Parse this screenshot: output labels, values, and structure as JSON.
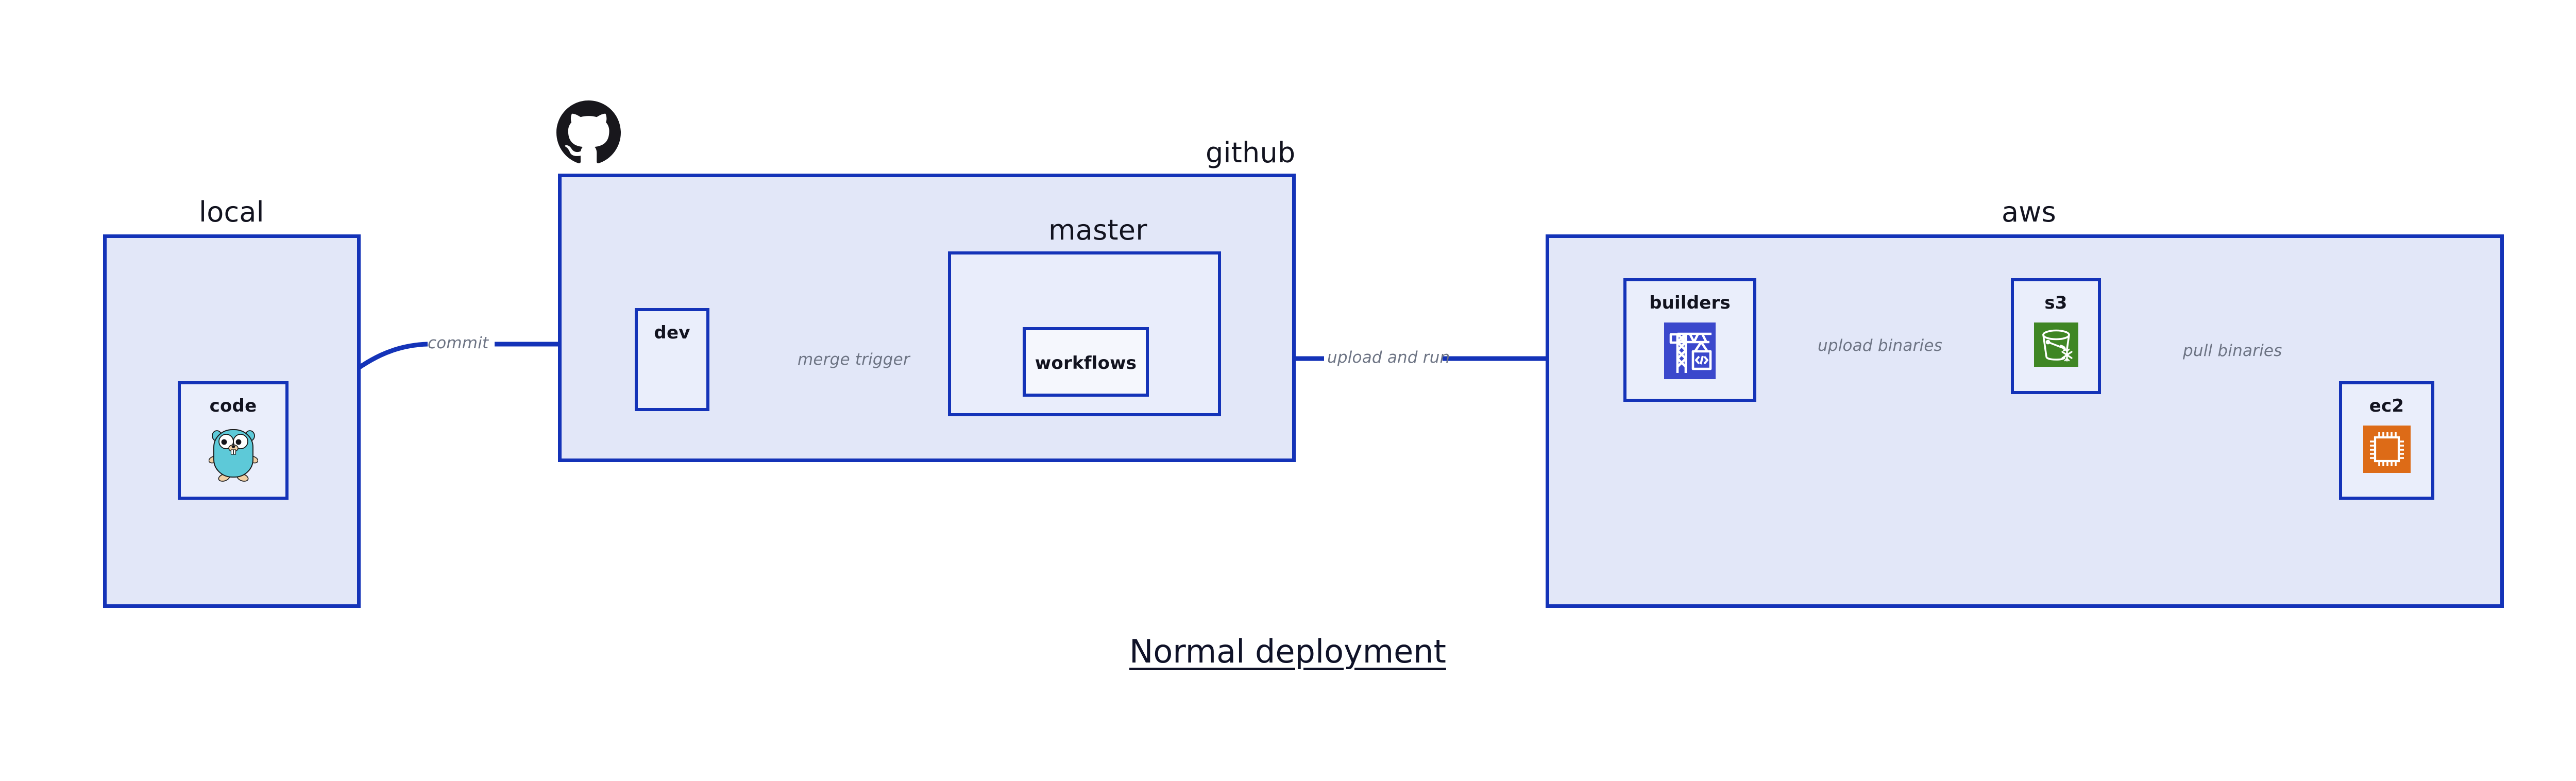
{
  "diagram": {
    "title": "Normal deployment",
    "colors": {
      "edge": "#1433b8",
      "group_border": "#1433b8",
      "group_fill": "#e2e7f8",
      "node_fill": "#eaeefb",
      "label_text": "#12131f",
      "edge_label_text": "#6d7484",
      "codebuild_icon": "#3b48cc",
      "s3_icon": "#3f8624",
      "ec2_icon": "#dd6b17",
      "gopher_body": "#5dc9d8",
      "octocat": "#18171c"
    },
    "groups": [
      {
        "id": "local",
        "label": "local"
      },
      {
        "id": "github",
        "label": "github"
      },
      {
        "id": "master",
        "label": "master"
      },
      {
        "id": "aws",
        "label": "aws"
      }
    ],
    "nodes": [
      {
        "id": "code",
        "label": "code",
        "icon": "go-gopher-icon"
      },
      {
        "id": "dev",
        "label": "dev",
        "icon": "none"
      },
      {
        "id": "workflows",
        "label": "workflows",
        "icon": "none"
      },
      {
        "id": "builders",
        "label": "builders",
        "icon": "aws-codebuild-icon"
      },
      {
        "id": "s3",
        "label": "s3",
        "icon": "aws-s3-icon"
      },
      {
        "id": "ec2",
        "label": "ec2",
        "icon": "aws-ec2-icon"
      }
    ],
    "edges": [
      {
        "id": "commit",
        "label": "commit",
        "from": "code",
        "to": "dev"
      },
      {
        "id": "merge-trigger",
        "label": "merge trigger",
        "from": "dev",
        "to": "workflows"
      },
      {
        "id": "upload-and-run",
        "label": "upload and run",
        "from": "workflows",
        "to": "builders"
      },
      {
        "id": "upload-binaries",
        "label": "upload binaries",
        "from": "builders",
        "to": "s3"
      },
      {
        "id": "pull-binaries",
        "label": "pull binaries",
        "from": "s3",
        "to": "ec2"
      }
    ],
    "logos": [
      {
        "id": "github-octocat",
        "name": "github-logo"
      }
    ]
  }
}
